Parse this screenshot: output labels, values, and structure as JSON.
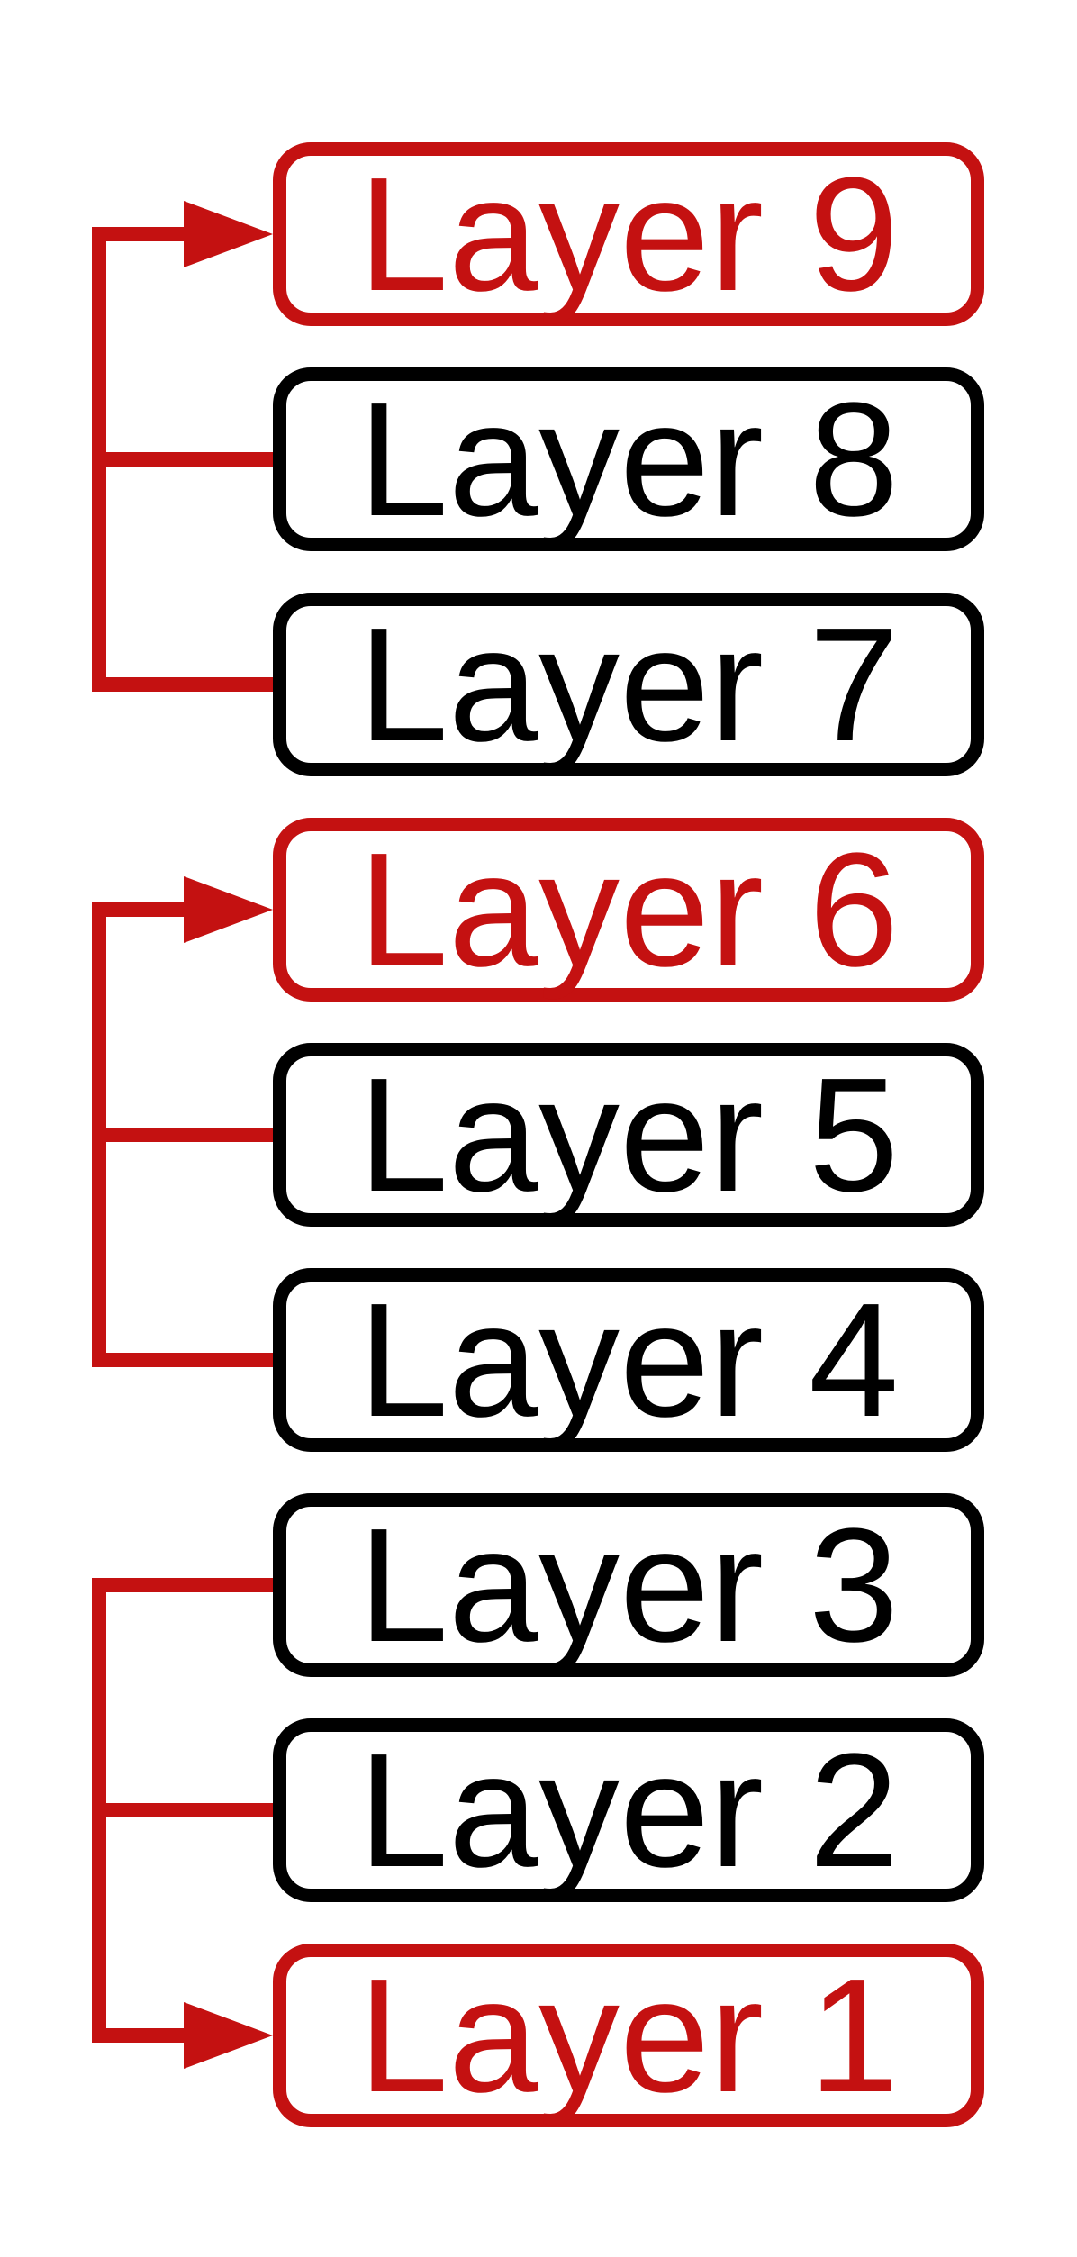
{
  "colors": {
    "accent": "#c41111",
    "node": "#000000",
    "background": "#ffffff"
  },
  "diagram": {
    "type": "layer-stack-with-skip-connections",
    "layers": [
      {
        "label": "Layer 9",
        "color": "red"
      },
      {
        "label": "Layer 8",
        "color": "black"
      },
      {
        "label": "Layer 7",
        "color": "black"
      },
      {
        "label": "Layer 6",
        "color": "red"
      },
      {
        "label": "Layer 5",
        "color": "black"
      },
      {
        "label": "Layer 4",
        "color": "black"
      },
      {
        "label": "Layer 3",
        "color": "black"
      },
      {
        "label": "Layer 2",
        "color": "black"
      },
      {
        "label": "Layer 1",
        "color": "red"
      }
    ],
    "connections": [
      {
        "sources": [
          "Layer 8",
          "Layer 7"
        ],
        "target": "Layer 9"
      },
      {
        "sources": [
          "Layer 5",
          "Layer 4"
        ],
        "target": "Layer 6"
      },
      {
        "sources": [
          "Layer 3",
          "Layer 2"
        ],
        "target": "Layer 1"
      }
    ]
  }
}
